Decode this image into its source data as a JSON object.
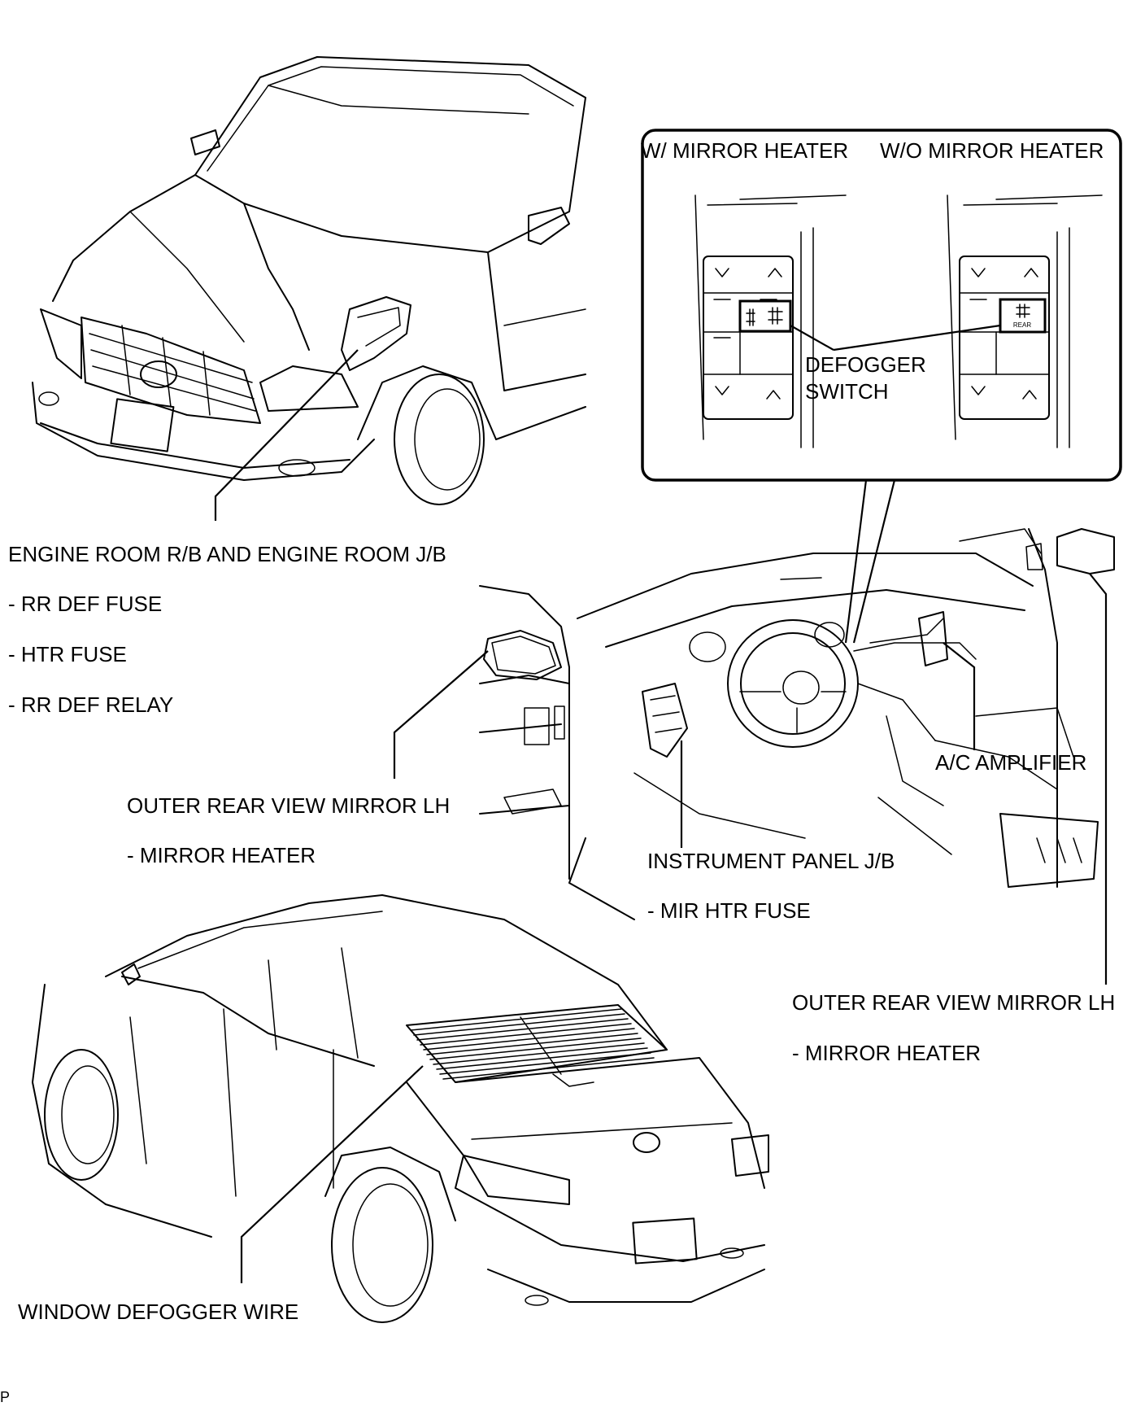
{
  "labels": {
    "engine_room": "ENGINE ROOM R/B AND ENGINE ROOM J/B",
    "rr_def_fuse": "- RR DEF FUSE",
    "htr_fuse": "- HTR FUSE",
    "rr_def_relay": "- RR DEF RELAY",
    "mirror_lh_left": "OUTER REAR VIEW MIRROR LH",
    "mirror_heater_left": "- MIRROR HEATER",
    "instrument_panel_jb": "INSTRUMENT PANEL J/B",
    "mir_htr_fuse": "- MIR HTR FUSE",
    "ac_amplifier": "A/C AMPLIFIER",
    "mirror_lh_right": "OUTER REAR VIEW MIRROR LH",
    "mirror_heater_right": "- MIRROR HEATER",
    "window_defogger_wire": "WINDOW DEFOGGER WIRE",
    "w_mirror_heater": "W/ MIRROR HEATER",
    "wo_mirror_heater": "W/O MIRROR HEATER",
    "defogger_switch_line1": "DEFOGGER",
    "defogger_switch_line2": "SWITCH",
    "rear_icon_text": "REAR",
    "corner_mark": "P"
  },
  "colors": {
    "ink": "#000000",
    "paper": "#ffffff"
  }
}
